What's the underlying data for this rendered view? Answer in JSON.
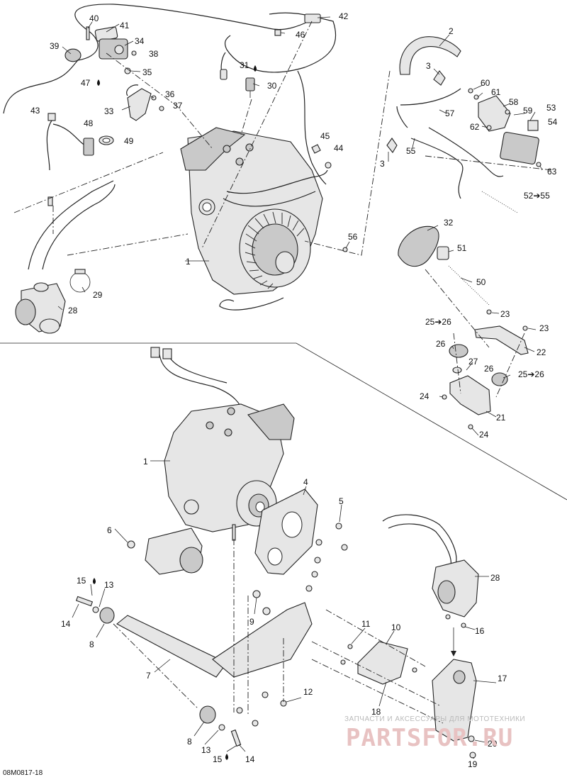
{
  "diagram": {
    "reference_code": "08M0817-18",
    "watermark": {
      "caption": "ЗАПЧАСТИ И АКСЕССУАРЫ ДЛЯ МОТОТЕХНИКИ",
      "brand": "PARTSFOR.RU"
    },
    "callouts": [
      {
        "id": "c40",
        "text": "40"
      },
      {
        "id": "c41",
        "text": "41"
      },
      {
        "id": "c39",
        "text": "39"
      },
      {
        "id": "c34",
        "text": "34"
      },
      {
        "id": "c38",
        "text": "38"
      },
      {
        "id": "c47",
        "text": "47"
      },
      {
        "id": "c35",
        "text": "35"
      },
      {
        "id": "c36",
        "text": "36"
      },
      {
        "id": "c33",
        "text": "33"
      },
      {
        "id": "c37",
        "text": "37"
      },
      {
        "id": "c43",
        "text": "43"
      },
      {
        "id": "c48",
        "text": "48"
      },
      {
        "id": "c49",
        "text": "49"
      },
      {
        "id": "c42",
        "text": "42"
      },
      {
        "id": "c46",
        "text": "46"
      },
      {
        "id": "c31",
        "text": "31"
      },
      {
        "id": "c30",
        "text": "30"
      },
      {
        "id": "c45",
        "text": "45"
      },
      {
        "id": "c44",
        "text": "44"
      },
      {
        "id": "c2",
        "text": "2"
      },
      {
        "id": "c3a",
        "text": "3"
      },
      {
        "id": "c60",
        "text": "60"
      },
      {
        "id": "c61",
        "text": "61"
      },
      {
        "id": "c58",
        "text": "58"
      },
      {
        "id": "c59",
        "text": "59"
      },
      {
        "id": "c53",
        "text": "53"
      },
      {
        "id": "c54",
        "text": "54"
      },
      {
        "id": "c57",
        "text": "57"
      },
      {
        "id": "c62",
        "text": "62"
      },
      {
        "id": "c55",
        "text": "55"
      },
      {
        "id": "c3b",
        "text": "3"
      },
      {
        "id": "c63",
        "text": "63"
      },
      {
        "id": "c5255",
        "text": "52➔55"
      },
      {
        "id": "c1a",
        "text": "1"
      },
      {
        "id": "c56",
        "text": "56"
      },
      {
        "id": "c32",
        "text": "32"
      },
      {
        "id": "c51",
        "text": "51"
      },
      {
        "id": "c50",
        "text": "50"
      },
      {
        "id": "c29",
        "text": "29"
      },
      {
        "id": "c28a",
        "text": "28"
      },
      {
        "id": "c23a",
        "text": "23"
      },
      {
        "id": "c2526a",
        "text": "25➔26"
      },
      {
        "id": "c23b",
        "text": "23"
      },
      {
        "id": "c26a",
        "text": "26"
      },
      {
        "id": "c22",
        "text": "22"
      },
      {
        "id": "c27",
        "text": "27"
      },
      {
        "id": "c26b",
        "text": "26"
      },
      {
        "id": "c2526b",
        "text": "25➔26"
      },
      {
        "id": "c24a",
        "text": "24"
      },
      {
        "id": "c21",
        "text": "21"
      },
      {
        "id": "c24b",
        "text": "24"
      },
      {
        "id": "c1b",
        "text": "1"
      },
      {
        "id": "c4",
        "text": "4"
      },
      {
        "id": "c5",
        "text": "5"
      },
      {
        "id": "c6",
        "text": "6"
      },
      {
        "id": "c28b",
        "text": "28"
      },
      {
        "id": "c15a",
        "text": "15"
      },
      {
        "id": "c13a",
        "text": "13"
      },
      {
        "id": "c14a",
        "text": "14"
      },
      {
        "id": "c8a",
        "text": "8"
      },
      {
        "id": "c9",
        "text": "9"
      },
      {
        "id": "c16",
        "text": "16"
      },
      {
        "id": "c11",
        "text": "11"
      },
      {
        "id": "c10",
        "text": "10"
      },
      {
        "id": "c7",
        "text": "7"
      },
      {
        "id": "c17",
        "text": "17"
      },
      {
        "id": "c12",
        "text": "12"
      },
      {
        "id": "c18",
        "text": "18"
      },
      {
        "id": "c8b",
        "text": "8"
      },
      {
        "id": "c13b",
        "text": "13"
      },
      {
        "id": "c15b",
        "text": "15"
      },
      {
        "id": "c14b",
        "text": "14"
      },
      {
        "id": "c20",
        "text": "20"
      },
      {
        "id": "c19",
        "text": "19"
      }
    ]
  }
}
